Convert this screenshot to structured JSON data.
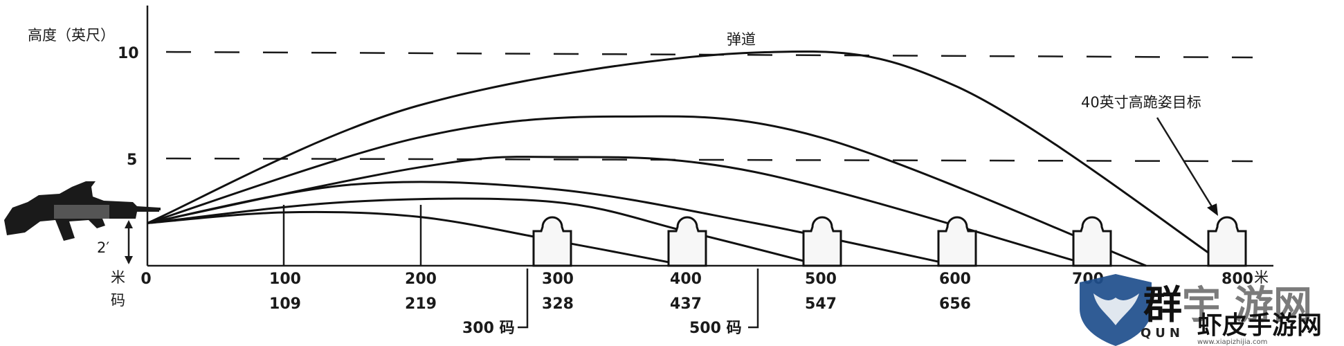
{
  "labels": {
    "y_axis_title": "高度（英尺）",
    "x_unit_top": "米",
    "x_unit_bottom": "码",
    "x_unit_right": "米",
    "trajectory": "弹道",
    "target": "40英寸高跪姿目标",
    "muzzle_height": "2′"
  },
  "chart_data": {
    "type": "line",
    "title": "",
    "ylabel": "高度（英尺）",
    "xlabel": "米 / 码",
    "yticks": [
      10,
      5
    ],
    "xticks_m": [
      "0",
      "100",
      "200",
      "300",
      "400",
      "500",
      "600",
      "700",
      "800"
    ],
    "xticks_yd": [
      "109",
      "219",
      "328",
      "437",
      "547",
      "656"
    ],
    "zero_marks": [
      "300 码",
      "500 码"
    ],
    "reference_lines_ft": [
      5,
      10
    ],
    "xlim_m": [
      0,
      800
    ],
    "ylim_ft": [
      0,
      12
    ],
    "target_positions_m": [
      300,
      400,
      500,
      600,
      700,
      800
    ],
    "trajectories": [
      {
        "x": [
          0,
          100,
          200,
          300,
          400
        ],
        "y": [
          2,
          2.5,
          2.3,
          1.2,
          0
        ]
      },
      {
        "x": [
          0,
          150,
          300,
          400,
          500
        ],
        "y": [
          2,
          3.0,
          3.0,
          1.6,
          0
        ]
      },
      {
        "x": [
          0,
          150,
          300,
          450,
          600
        ],
        "y": [
          2,
          3.8,
          3.6,
          2.0,
          0
        ]
      },
      {
        "x": [
          0,
          200,
          300,
          450,
          700
        ],
        "y": [
          2,
          4.6,
          5.1,
          4.4,
          0
        ]
      },
      {
        "x": [
          0,
          200,
          350,
          500,
          740
        ],
        "y": [
          2,
          6.0,
          7.0,
          6.0,
          0
        ]
      },
      {
        "x": [
          0,
          200,
          450,
          600,
          800
        ],
        "y": [
          2,
          7.5,
          10.0,
          8.4,
          0
        ]
      }
    ]
  },
  "watermark": {
    "brand1": "群",
    "brand2": "宇",
    "brand3": "游网",
    "text": "虾皮手游网",
    "letters": "QUN",
    "url": "www.xiapizhijia.com"
  }
}
